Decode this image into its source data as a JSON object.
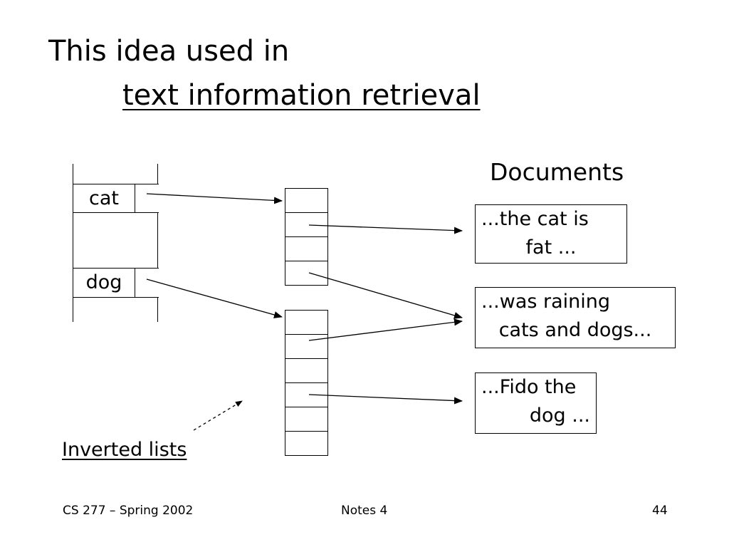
{
  "title": {
    "line1": "This idea used in",
    "line2": "text information retrieval"
  },
  "diagram": {
    "documents_label": "Documents",
    "terms": [
      {
        "word": "cat"
      },
      {
        "word": "dog"
      }
    ],
    "inverted_lists": [
      {
        "term": "cat",
        "slots": 4
      },
      {
        "term": "dog",
        "slots": 6
      }
    ],
    "documents": [
      {
        "line1": "...the cat is",
        "line2": "fat ..."
      },
      {
        "line1": "...was raining",
        "line2": "cats and dogs..."
      },
      {
        "line1": "...Fido the",
        "line2": "dog ..."
      }
    ],
    "inverted_lists_label": "Inverted lists"
  },
  "footer": {
    "left": "CS 277 – Spring 2002",
    "center": "Notes 4",
    "right": "44"
  },
  "colors": {
    "ink": "#000000",
    "background": "#ffffff"
  }
}
